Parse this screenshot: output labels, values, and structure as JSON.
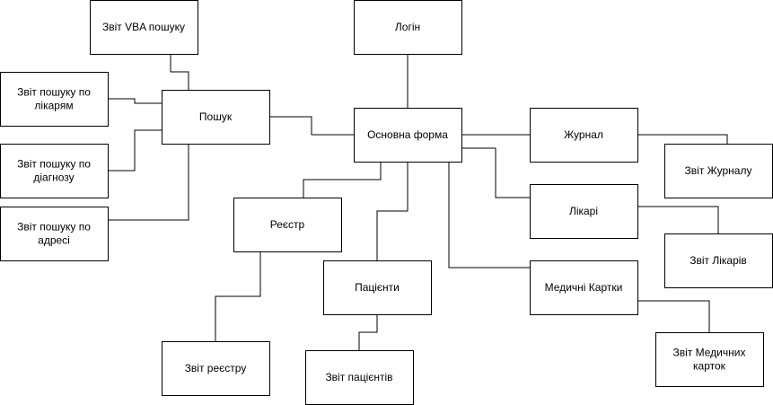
{
  "diagram": {
    "nodes": {
      "vba": {
        "lines": [
          "Звіт VBA пошуку"
        ]
      },
      "login": {
        "lines": [
          "Логін"
        ]
      },
      "doctors_search": {
        "lines": [
          "Звіт пошуку по",
          "лікарям"
        ]
      },
      "search": {
        "lines": [
          "Пошук"
        ]
      },
      "main": {
        "lines": [
          "Основна форма"
        ]
      },
      "journal": {
        "lines": [
          "Журнал"
        ]
      },
      "journal_report": {
        "lines": [
          "Звіт Журналу"
        ]
      },
      "diagnosis_search": {
        "lines": [
          "Звіт пошуку по",
          "діагнозу"
        ]
      },
      "doctors": {
        "lines": [
          "Лікарі"
        ]
      },
      "address_search": {
        "lines": [
          "Звіт пошуку по",
          "адресі"
        ]
      },
      "registry": {
        "lines": [
          "Реєстр"
        ]
      },
      "doctors_report": {
        "lines": [
          "Звіт Лікарів"
        ]
      },
      "patients": {
        "lines": [
          "Пацієнти"
        ]
      },
      "med_cards": {
        "lines": [
          "Медичні Картки"
        ]
      },
      "registry_report": {
        "lines": [
          "Звіт реєстру"
        ]
      },
      "med_cards_report": {
        "lines": [
          "Звіт Медичних",
          "карток"
        ]
      },
      "patients_report": {
        "lines": [
          "Звіт пацієнтів"
        ]
      }
    }
  }
}
